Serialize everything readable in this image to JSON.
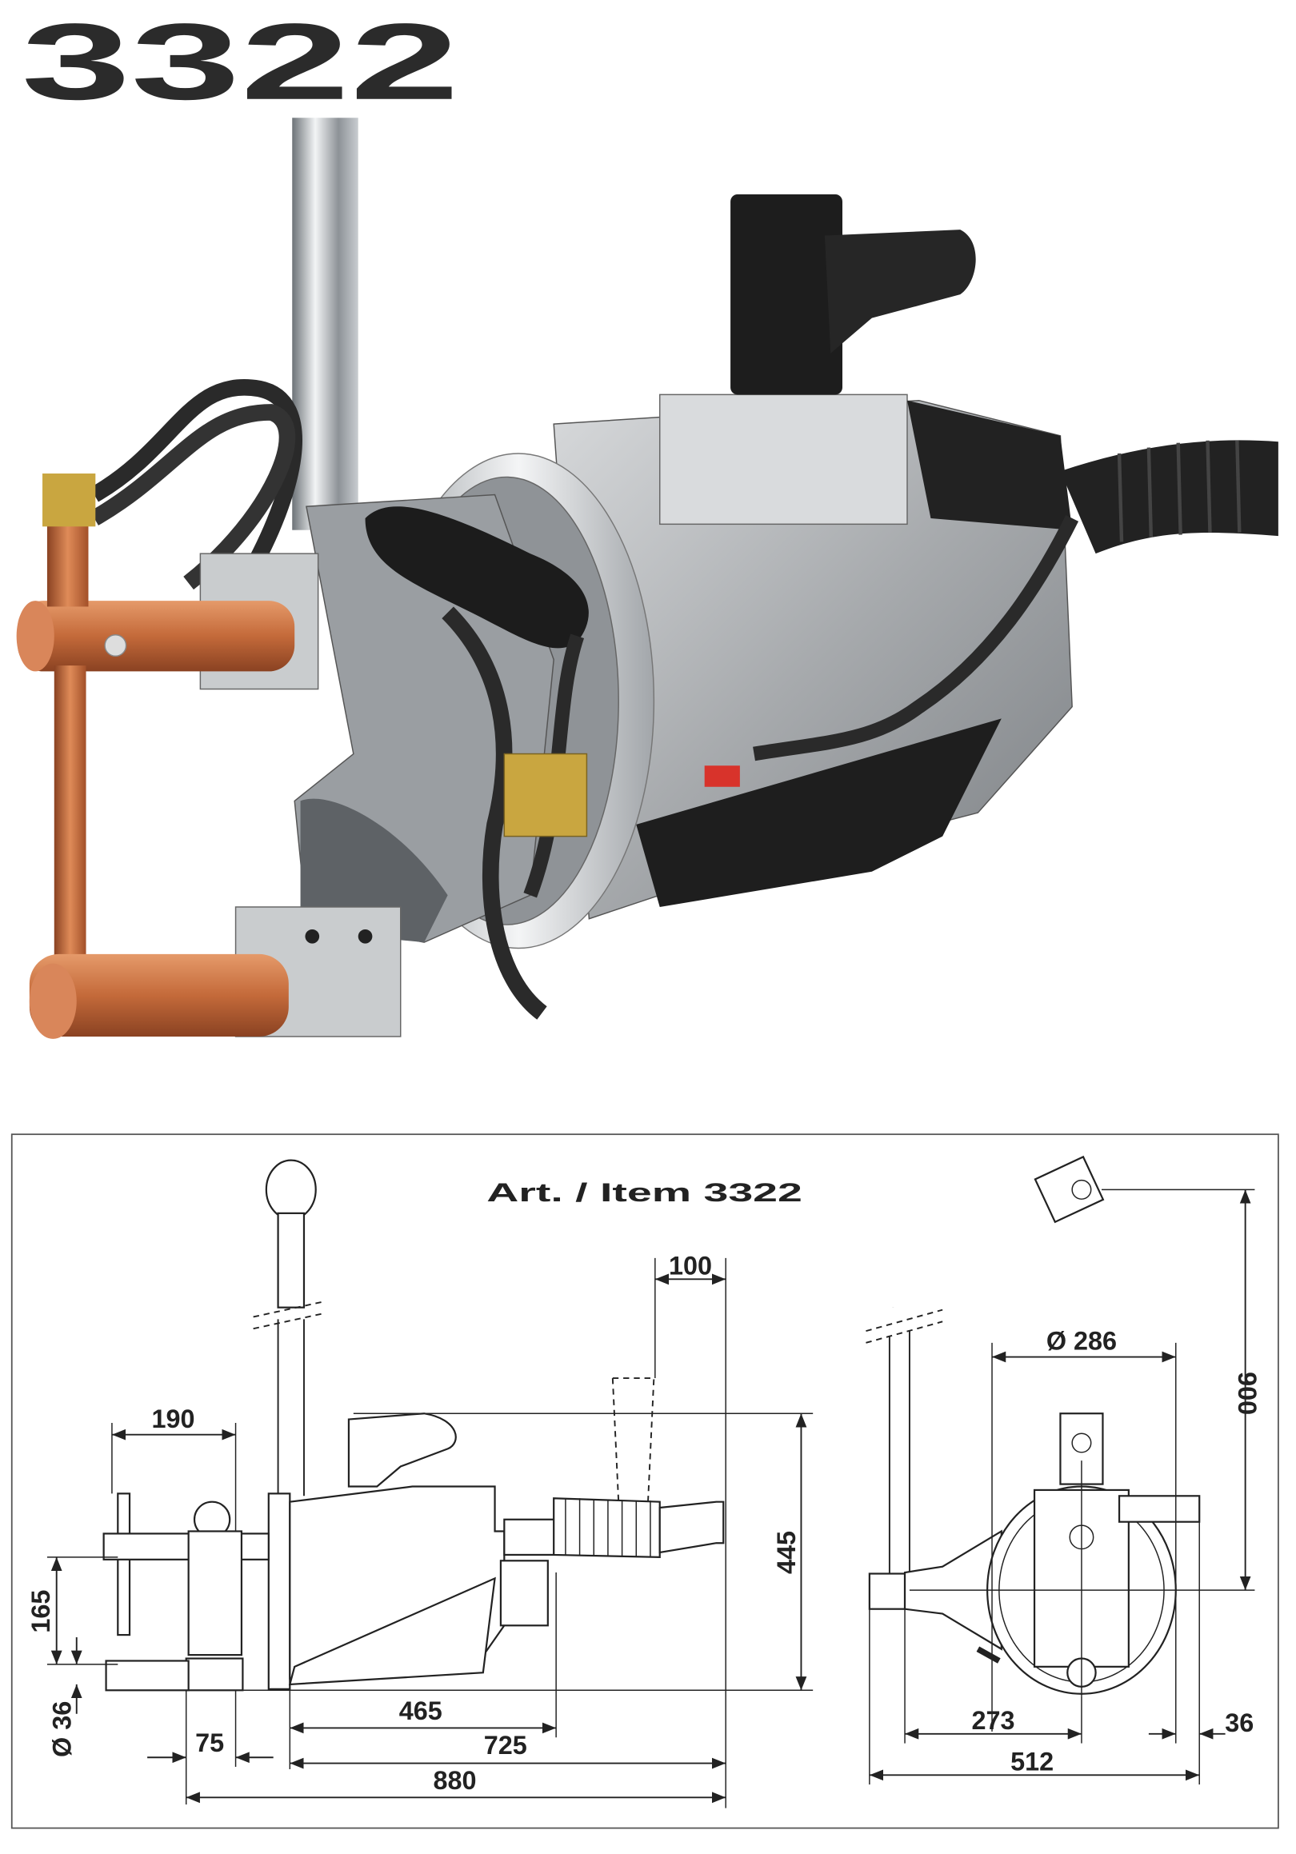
{
  "header": {
    "model_logo": "3322"
  },
  "drawing": {
    "title": "Art. / Item 3322",
    "side_view": {
      "dim_100": "100",
      "dim_190": "190",
      "dim_445": "445",
      "dim_165": "165",
      "dim_d36": "Ø 36",
      "dim_75": "75",
      "dim_465": "465",
      "dim_725": "725",
      "dim_880": "880"
    },
    "front_view": {
      "dim_d286": "Ø 286",
      "dim_900": "900",
      "dim_273": "273",
      "dim_36": "36",
      "dim_512": "512"
    }
  },
  "colors": {
    "copper": "#c46a3a",
    "steel": "#b9bcbf",
    "black": "#1d1d1d",
    "logo": "#2b2b2b"
  }
}
